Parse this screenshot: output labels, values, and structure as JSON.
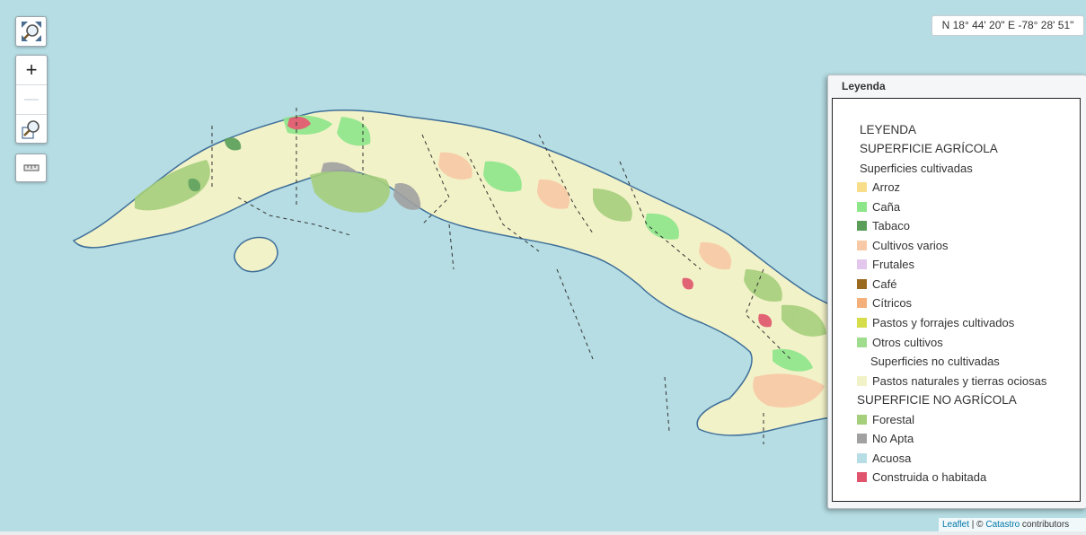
{
  "coordinates": {
    "text": "N 18° 44' 20\" E -78° 28' 51\""
  },
  "controls": {
    "zoom_in_label": "+",
    "zoom_out_label": "—",
    "icons": {
      "fullscreen": "fullscreen-magnifier-icon",
      "zoom_box": "zoom-box-magnifier-icon",
      "measure": "ruler-icon"
    }
  },
  "legend": {
    "panel_title": "Leyenda",
    "heading": "LEYENDA",
    "sections": {
      "agricola": "SUPERFICIE AGRÍCOLA",
      "cultivadas": "Superficies cultivadas",
      "no_cultivadas": "Superficies no cultivadas",
      "no_agricola": "SUPERFICIE NO AGRÍCOLA"
    },
    "items": [
      {
        "label": "Arroz",
        "color": "#f8de8a"
      },
      {
        "label": "Caña",
        "color": "#8de68a"
      },
      {
        "label": "Tabaco",
        "color": "#5a9e5a"
      },
      {
        "label": "Cultivos varios",
        "color": "#f8c9a6"
      },
      {
        "label": "Frutales",
        "color": "#e3c6ec"
      },
      {
        "label": "Café",
        "color": "#9a6a1f"
      },
      {
        "label": "Cítricos",
        "color": "#f3b07a"
      },
      {
        "label": "Pastos y forrajes cultivados",
        "color": "#d5dd4a"
      },
      {
        "label": "Otros cultivos",
        "color": "#9fdc8e"
      },
      {
        "label": "Pastos naturales y tierras ociosas",
        "color": "#f2f2c8"
      },
      {
        "label": "Forestal",
        "color": "#a6cf7c"
      },
      {
        "label": "No Apta",
        "color": "#a1a1a1"
      },
      {
        "label": "Acuosa",
        "color": "#b7dde5"
      },
      {
        "label": "Construida o habitada",
        "color": "#e0556d"
      }
    ]
  },
  "attribution": {
    "leaflet": "Leaflet",
    "separator": " | © ",
    "catastro": "Catastro",
    "suffix": " contributors"
  },
  "colors": {
    "water": "#b5dde3",
    "land_base": "#f2f2c8",
    "coastline": "#3f6f99"
  }
}
